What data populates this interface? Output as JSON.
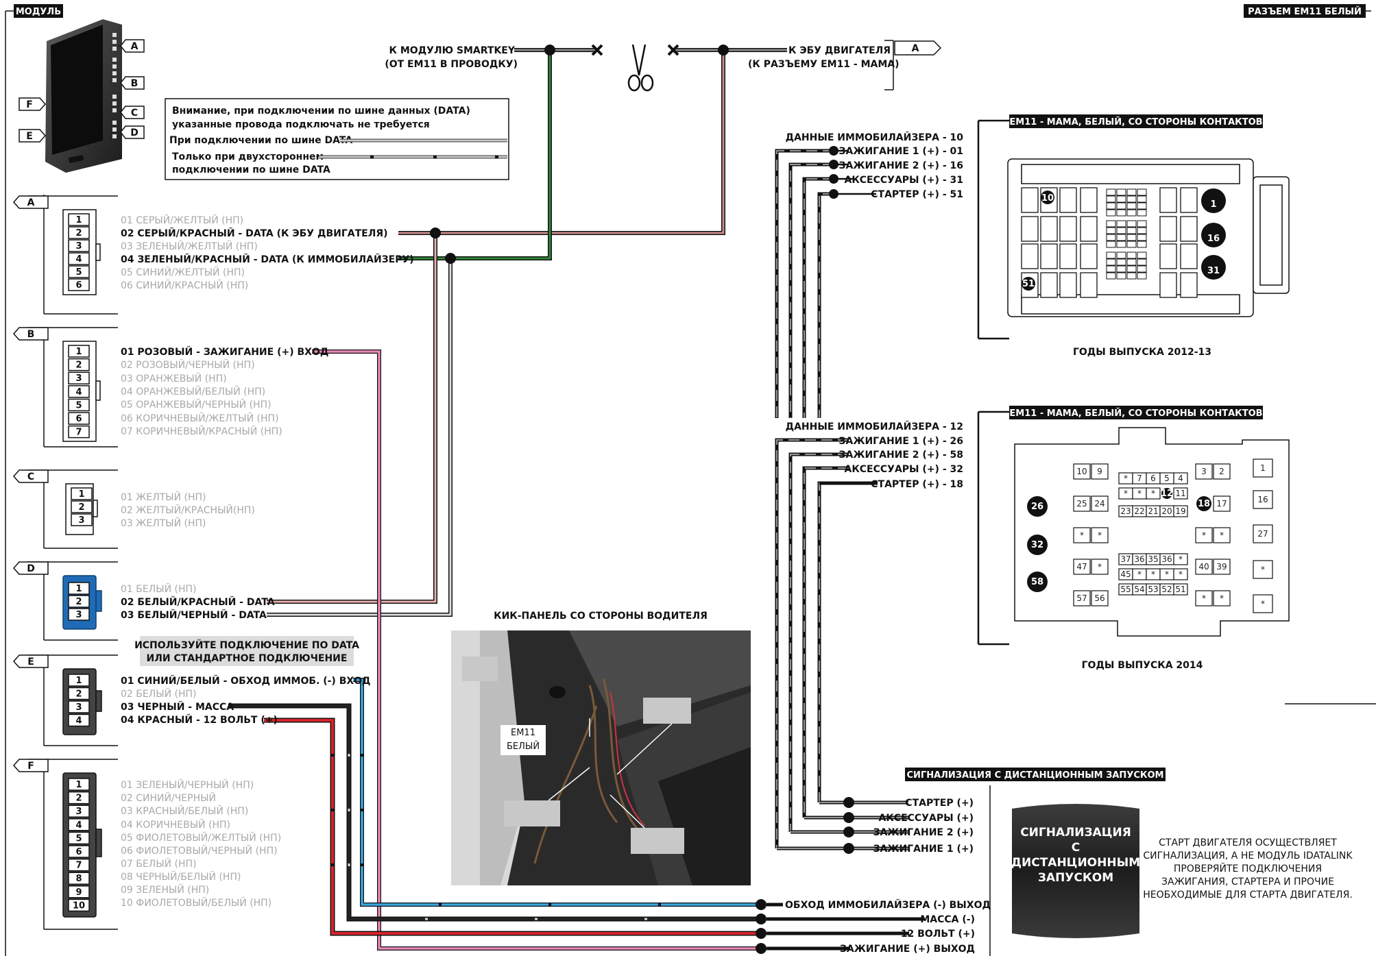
{
  "header": {
    "module_title": "МОДУЛЬ",
    "connector_title": "РАЗЪЕМ ЕМ11 БЕЛЫЙ"
  },
  "module_ports": [
    "A",
    "B",
    "C",
    "D",
    "F",
    "E"
  ],
  "top": {
    "smartkey_line1": "К МОДУЛЮ SMARTKEY",
    "smartkey_line2": "(ОТ ЕМ11 В ПРОВОДКУ)",
    "ecu_line1": "К ЭБУ ДВИГАТЕЛЯ",
    "ecu_line2": "(К РАЗЪЕМУ ЕМ11 - МАМА)",
    "ecu_tag": "A"
  },
  "warning": {
    "line1": "Внимание, при подключении по шине данных (DATA)",
    "line2": "указанные провода подключать не требуется",
    "line3": "При подключении по шине DATA",
    "line4": "Только при двухстороннем",
    "line5": "подключении по шине DATA"
  },
  "connectors": {
    "A": {
      "tag": "A",
      "pins": [
        "1",
        "2",
        "3",
        "4",
        "5",
        "6"
      ],
      "wires": [
        "01 СЕРЫЙ/ЖЕЛТЫЙ (НП)",
        "02 СЕРЫЙ/КРАСНЫЙ - DATA (К ЭБУ ДВИГАТЕЛЯ)",
        "03 ЗЕЛЕНЫЙ/ЖЕЛТЫЙ (НП)",
        "04 ЗЕЛЕНЫЙ/КРАСНЫЙ - DATA (К ИММОБИЛАЙЗЕРУ)",
        "05 СИНИЙ/ЖЕЛТЫЙ (НП)",
        "06 СИНИЙ/КРАСНЫЙ (НП)"
      ]
    },
    "B": {
      "tag": "B",
      "pins": [
        "1",
        "2",
        "3",
        "4",
        "5",
        "6",
        "7"
      ],
      "wires": [
        "01 РОЗОВЫЙ - ЗАЖИГАНИЕ (+) ВХОД",
        "02 РОЗОВЫЙ/ЧЕРНЫЙ (НП)",
        "03 ОРАНЖЕВЫЙ (НП)",
        "04 ОРАНЖЕВЫЙ/БЕЛЫЙ (НП)",
        "05 ОРАНЖЕВЫЙ/ЧЕРНЫЙ (НП)",
        "06 КОРИЧНЕВЫЙ/ЖЕЛТЫЙ (НП)",
        "07 КОРИЧНЕВЫЙ/КРАСНЫЙ (НП)"
      ]
    },
    "C": {
      "tag": "C",
      "pins": [
        "1",
        "2",
        "3"
      ],
      "wires": [
        "01 ЖЕЛТЫЙ (НП)",
        "02 ЖЕЛТЫЙ/КРАСНЫЙ(НП)",
        "03 ЖЕЛТЫЙ (НП)"
      ]
    },
    "D": {
      "tag": "D",
      "pins": [
        "1",
        "2",
        "3"
      ],
      "wires": [
        "01 БЕЛЫЙ (НП)",
        "02 БЕЛЫЙ/КРАСНЫЙ - DATA",
        "03 БЕЛЫЙ/ЧЕРНЫЙ - DATA"
      ]
    },
    "E": {
      "tag": "E",
      "pins": [
        "1",
        "2",
        "3",
        "4"
      ],
      "wires": [
        "01 СИНИЙ/БЕЛЫЙ - ОБХОД ИММОБ. (-) ВХОД",
        "02 БЕЛЫЙ (НП)",
        "03 ЧЕРНЫЙ - МАССА",
        "04 КРАСНЫЙ - 12 ВОЛЬТ (+)"
      ]
    },
    "F": {
      "tag": "F",
      "pins": [
        "1",
        "2",
        "3",
        "4",
        "5",
        "6",
        "7",
        "8",
        "9",
        "10"
      ],
      "wires": [
        "01 ЗЕЛЕНЫЙ/ЧЕРНЫЙ (НП)",
        "02 СИНИЙ/ЧЕРНЫЙ",
        "03 КРАСНЫЙ/БЕЛЫЙ (НП)",
        "04 КОРИЧНЕВЫЙ (НП)",
        "05 ФИОЛЕТОВЫЙ/ЖЕЛТЫЙ (НП)",
        "06 ФИОЛЕТОВЫЙ/ЧЕРНЫЙ (НП)",
        "07 БЕЛЫЙ (НП)",
        "08 ЧЕРНЫЙ/БЕЛЫЙ (НП)",
        "09 ЗЕЛЕНЫЙ (НП)",
        "10 ФИОЛЕТОВЫЙ/БЕЛЫЙ (НП)"
      ]
    }
  },
  "use_note": {
    "line1": "ИСПОЛЬЗУЙТЕ  ПОДКЛЮЧЕНИЕ ПО DATA",
    "line2": "ИЛИ  СТАНДАРТНОЕ ПОДКЛЮЧЕНИЕ"
  },
  "kick_panel": {
    "title": "КИК-ПАНЕЛЬ СО СТОРОНЫ ВОДИТЕЛЯ",
    "label_line1": "EM11",
    "label_line2": "БЕЛЫЙ"
  },
  "em11_2012": {
    "labels": [
      "ДАННЫЕ ИММОБИЛАЙЗЕРА - 10",
      "ЗАЖИГАНИЕ 1 (+) - 01",
      "ЗАЖИГАНИЕ 2 (+) - 16",
      "АКСЕССУАРЫ (+) - 31",
      "СТАРТЕР (+) - 51"
    ],
    "box_title": "EM11 - МАМА, БЕЛЫЙ, СО СТОРОНЫ КОНТАКТОВ",
    "pins_shown": [
      "10",
      "1",
      "16",
      "31",
      "51"
    ],
    "years": "ГОДЫ ВЫПУСКА 2012-13"
  },
  "em11_2014": {
    "labels": [
      "ДАННЫЕ ИММОБИЛАЙЗЕРА - 12",
      "ЗАЖИГАНИЕ 1 (+) - 26",
      "ЗАЖИГАНИЕ 2 (+) - 58",
      "АКСЕССУАРЫ (+) - 32",
      "СТАРТЕР (+) - 18"
    ],
    "box_title": "EM11 - МАМА, БЕЛЫЙ, СО СТОРОНЫ КОНТАКТОВ",
    "years": "ГОДЫ ВЫПУСКА 2014",
    "cells": [
      "10",
      "9",
      "*",
      "7",
      "6",
      "5",
      "4",
      "3",
      "2",
      "1",
      "25",
      "24",
      "*",
      "*",
      "*",
      "12",
      "11",
      "18",
      "17",
      "16",
      "23",
      "22",
      "21",
      "20",
      "19",
      "26",
      "*",
      "*",
      "*",
      "*",
      "27",
      "32",
      "47",
      "*",
      "37",
      "36",
      "35",
      "36",
      "*",
      "40",
      "39",
      "*",
      "45",
      "*",
      "*",
      "*",
      "*",
      "58",
      "57",
      "56",
      "55",
      "54",
      "53",
      "52",
      "51",
      "*",
      "*",
      "*"
    ]
  },
  "alarm": {
    "title": "СИГНАЛИЗАЦИЯ С ДИСТАНЦИОННЫМ ЗАПУСКОМ",
    "outputs": [
      "СТАРТЕР (+)",
      "АКСЕССУАРЫ (+)",
      "ЗАЖИГАНИЕ 2 (+)",
      "ЗАЖИГАНИЕ 1 (+)"
    ],
    "box_lines": [
      "СИГНАЛИЗАЦИЯ",
      "С",
      "ДИСТАНЦИОННЫМ",
      "ЗАПУСКОМ"
    ],
    "note": [
      "СТАРТ ДВИГАТЕЛЯ ОСУЩЕСТВЛЯЕТ",
      "СИГНАЛИЗАЦИЯ, А НЕ МОДУЛЬ IDATALINK",
      "ПРОВЕРЯЙТЕ ПОДКЛЮЧЕНИЯ",
      "ЗАЖИГАНИЯ, СТАРТЕРА И ПРОЧИЕ",
      "НЕОБХОДИМЫЕ ДЛЯ СТАРТА ДВИГАТЕЛЯ."
    ]
  },
  "bottom_outputs": [
    "ОБХОД ИММОБИЛАЙЗЕРА (-) ВЫХОД",
    "МАССА (-)",
    "12 ВОЛЬТ (+)",
    "ЗАЖИГАНИЕ (+) ВЫХОД"
  ],
  "colors": {
    "pink": "#e889b8",
    "red": "#d7232a",
    "green": "#2f8a3a",
    "blue": "#3aa6dd",
    "grey": "#777777",
    "connector_d": "#1f6bb5"
  }
}
